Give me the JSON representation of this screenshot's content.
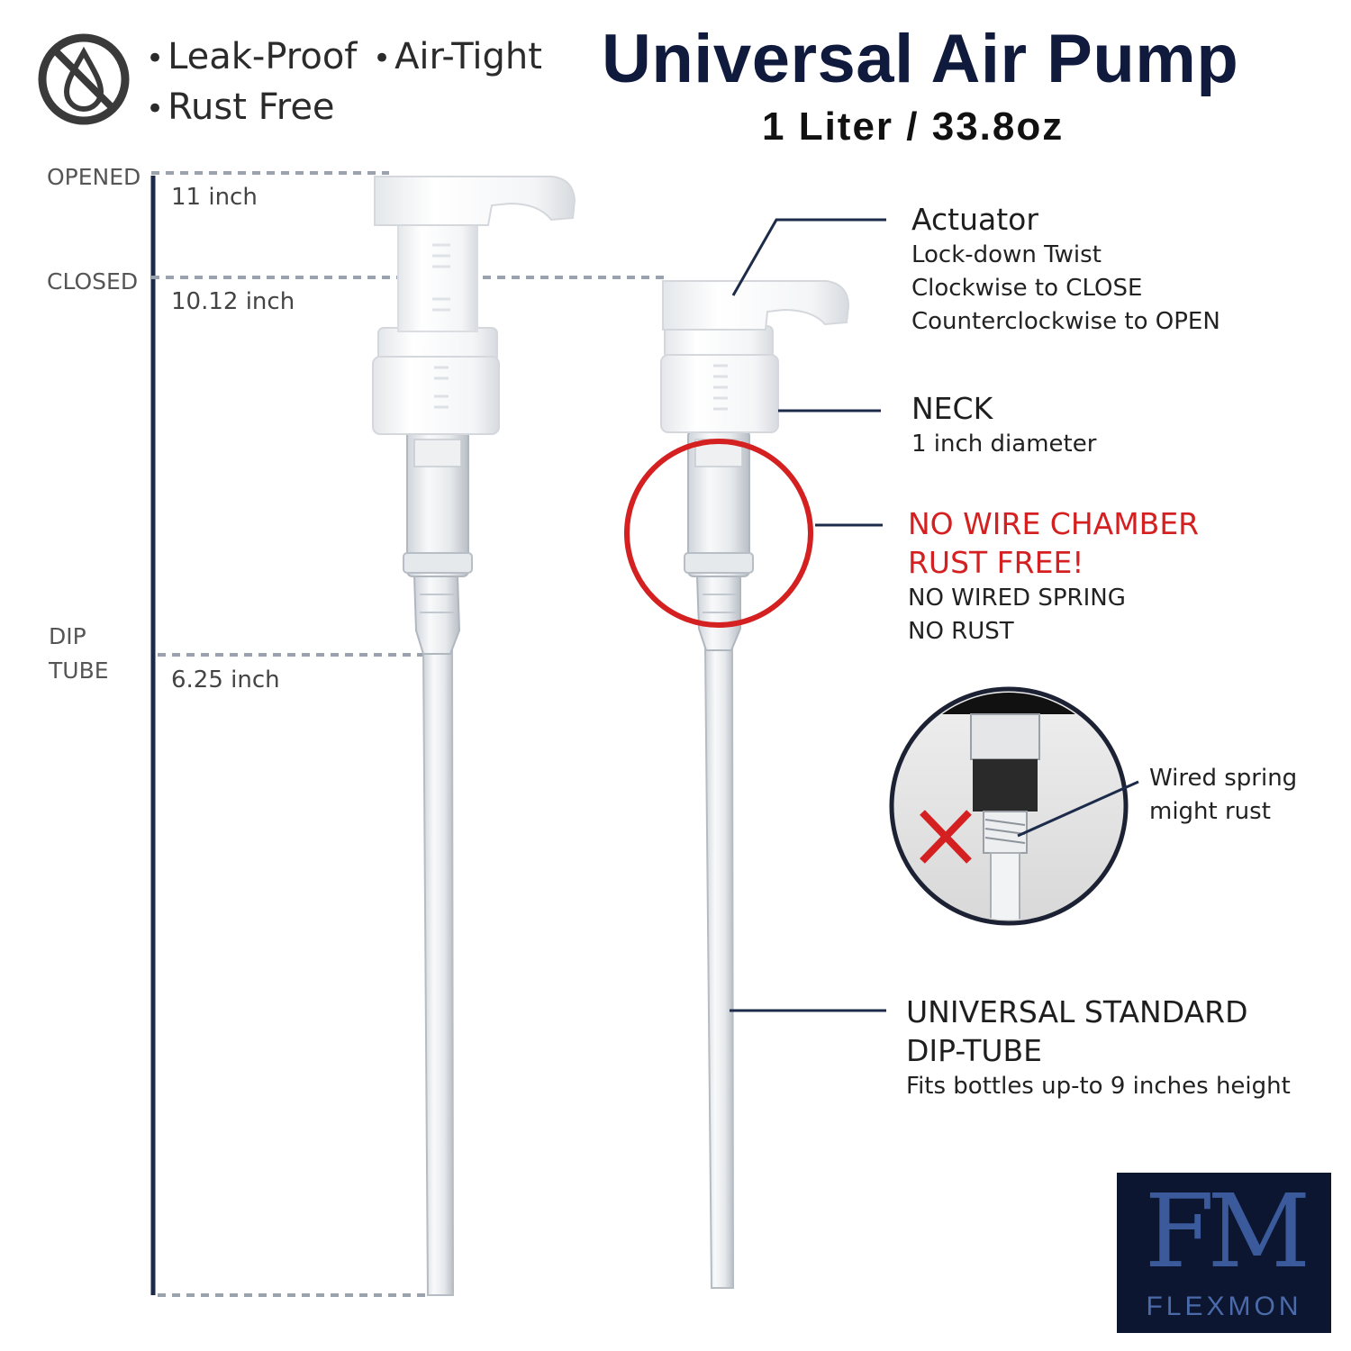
{
  "header": {
    "title": "Universal Air Pump",
    "subtitle": "1 Liter / 33.8oz",
    "badge_icon": "no-water-icon",
    "features": [
      "Leak-Proof",
      "Air-Tight",
      "Rust Free"
    ]
  },
  "dimensions": {
    "opened": {
      "label": "OPENED",
      "value": "11 inch"
    },
    "closed": {
      "label": "CLOSED",
      "value": "10.12 inch"
    },
    "dip_tube": {
      "label_line1": "DIP",
      "label_line2": "TUBE",
      "value": "6.25 inch"
    }
  },
  "callouts": {
    "actuator": {
      "title": "Actuator",
      "lines": [
        "Lock-down Twist",
        "Clockwise to CLOSE",
        "Counterclockwise to OPEN"
      ]
    },
    "neck": {
      "title": "NECK",
      "lines": [
        "1 inch diameter"
      ]
    },
    "chamber": {
      "title_line1": "NO WIRE CHAMBER",
      "title_line2": "RUST FREE!",
      "lines": [
        "NO WIRED SPRING",
        "NO RUST"
      ]
    },
    "spring_inset": {
      "lines": [
        "Wired spring",
        "might rust"
      ]
    },
    "dip_tube": {
      "title_line1": "UNIVERSAL STANDARD",
      "title_line2": "DIP-TUBE",
      "lines": [
        "Fits bottles up-to 9 inches height"
      ]
    }
  },
  "logo": {
    "mark": "FM",
    "word": "FLEXMON"
  },
  "colors": {
    "navy": "#0f1a3c",
    "accent_red": "#d42020",
    "dim_line": "#1c2b4a",
    "dotted": "#9aa2ad"
  }
}
